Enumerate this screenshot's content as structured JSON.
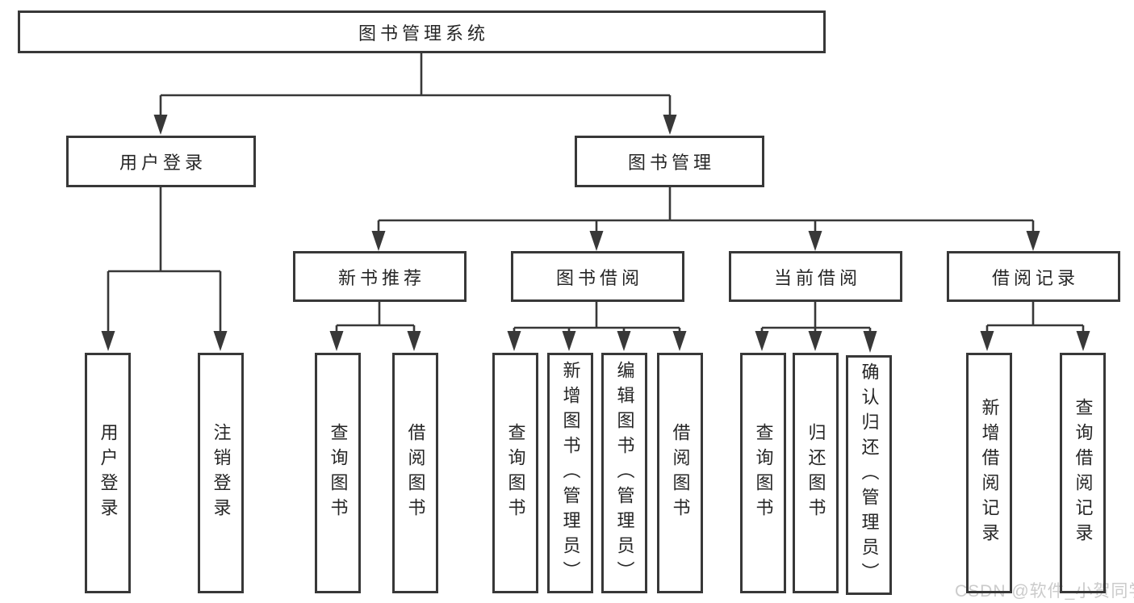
{
  "diagram": {
    "root": "图书管理系统",
    "level2": [
      "用户登录",
      "图书管理"
    ],
    "level3": [
      "新书推荐",
      "图书借阅",
      "当前借阅",
      "借阅记录"
    ],
    "leaves_login": [
      "用户登录",
      "注销登录"
    ],
    "leaves_newbook": [
      "查询图书",
      "借阅图书"
    ],
    "leaves_borrow": [
      "查询图书",
      "新增图书（管理员）",
      "编辑图书（管理员）",
      "借阅图书"
    ],
    "leaves_current": [
      "查询图书",
      "归还图书",
      "确认归还（管理员）"
    ],
    "leaves_records": [
      "新增借阅记录",
      "查询借阅记录"
    ]
  },
  "watermark": "CSDN @软件_小贺同学",
  "colors": {
    "line": "#383838",
    "text": "#262626",
    "watermark": "#cbcbcb",
    "background": "#ffffff"
  }
}
